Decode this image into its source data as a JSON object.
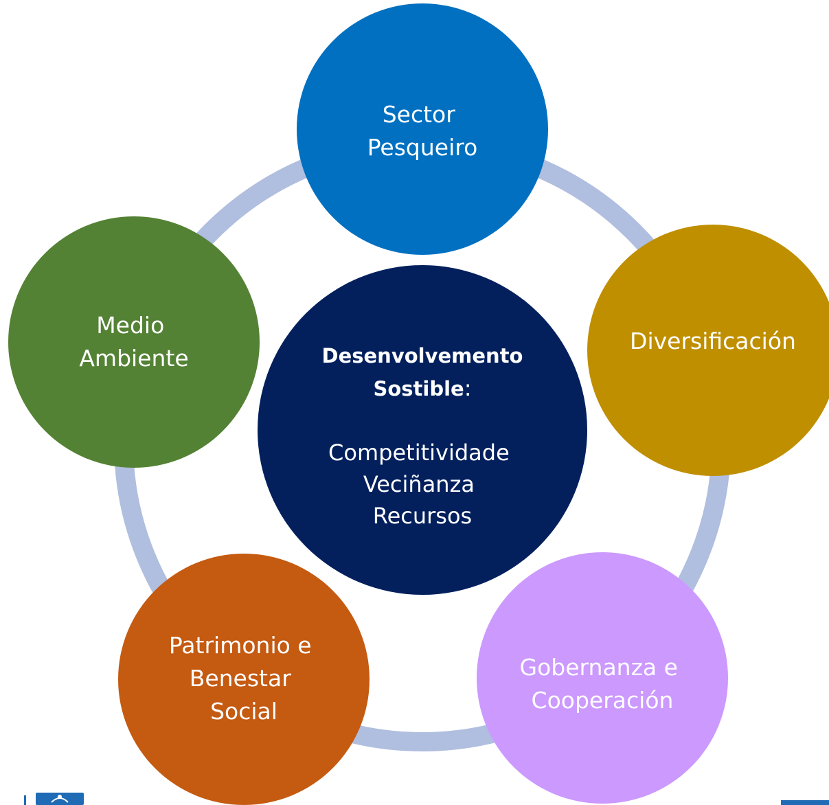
{
  "diagram": {
    "ring_color": "#b0bedf",
    "center": {
      "title_bold": "Desenvolvemento",
      "title_bold_2": "Sostible",
      "title_suffix": ":",
      "items": [
        "Competitividade",
        "Veciñanza",
        "Recursos"
      ],
      "color": "#03205d",
      "text_color": "#ffffff"
    },
    "nodes": [
      {
        "id": "sector-pesqueiro",
        "lines": [
          "Sector",
          "Pesqueiro"
        ],
        "color": "#0170c1",
        "text_color": "#ffffff"
      },
      {
        "id": "diversificacion",
        "lines": [
          "Diversificación"
        ],
        "color": "#bf8f00",
        "text_color": "#ffffff"
      },
      {
        "id": "gobernanza",
        "lines": [
          "Gobernanza e",
          "Cooperación"
        ],
        "color": "#cc99fe",
        "text_color": "#ffffff"
      },
      {
        "id": "patrimonio",
        "lines": [
          "Patrimonio e",
          "Benestar",
          "Social"
        ],
        "color": "#c55a11",
        "text_color": "#ffffff"
      },
      {
        "id": "medio-ambiente",
        "lines": [
          "Medio",
          "Ambiente"
        ],
        "color": "#548235",
        "text_color": "#ffffff"
      }
    ]
  },
  "logo": {
    "icon": "coat-of-arms-icon",
    "color": "#1f6bb5"
  }
}
